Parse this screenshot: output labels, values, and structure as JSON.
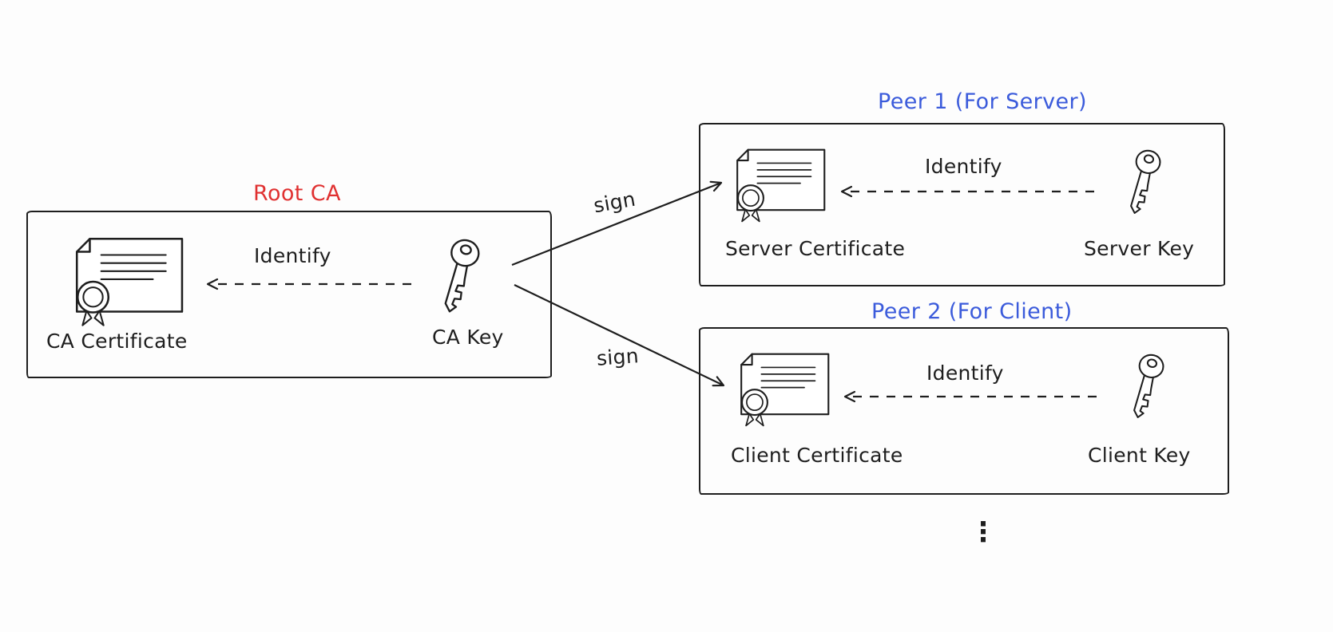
{
  "diagram": {
    "root_ca": {
      "title": "Root CA",
      "identify": "Identify",
      "certificate": "CA Certificate",
      "key": "CA Key"
    },
    "peer1": {
      "title": "Peer 1 (For Server)",
      "identify": "Identify",
      "certificate": "Server Certificate",
      "key": "Server Key"
    },
    "peer2": {
      "title": "Peer 2 (For Client)",
      "identify": "Identify",
      "certificate": "Client Certificate",
      "key": "Client Key"
    },
    "sign_top": "sign",
    "sign_bottom": "sign",
    "ellipsis": "⋮",
    "colors": {
      "root_title": "#e03131",
      "peer_title": "#3b5bdb",
      "stroke": "#1e1e1e"
    }
  }
}
